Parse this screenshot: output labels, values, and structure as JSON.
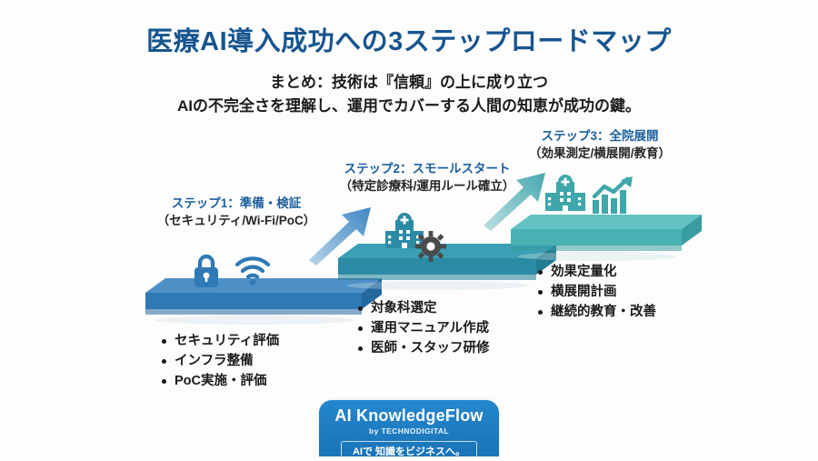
{
  "header": {
    "title": "医療AI導入成功への3ステップロードマップ",
    "subtitle_line1": "まとめ：技術は『信頼』の上に成り立つ",
    "subtitle_line2": "AIの不完全さを理解し、運用でカバーする人間の知恵が成功の鍵。",
    "title_color": "#17558f"
  },
  "steps": [
    {
      "label_main": "ステップ1：準備・検証",
      "label_sub": "（セキュリティ/Wi-Fi/PoC）",
      "platform_color": "#3e86c0",
      "bullets": [
        "セキュリティ評価",
        "インフラ整備",
        "PoC実施・評価"
      ],
      "icons": [
        "lock-icon",
        "wifi-icon"
      ]
    },
    {
      "label_main": "ステップ2：スモールスタート",
      "label_sub": "（特定診療科/運用ルール確立）",
      "platform_color": "#2e8fa8",
      "bullets": [
        "対象科選定",
        "運用マニュアル作成",
        "医師・スタッフ研修"
      ],
      "icons": [
        "hospital-icon",
        "gear-icon"
      ]
    },
    {
      "label_main": "ステップ3：全院展開",
      "label_sub": "（効果測定/横展開/教育）",
      "platform_color": "#4cb3b4",
      "bullets": [
        "効果定量化",
        "横展開計画",
        "継続的教育・改善"
      ],
      "icons": [
        "hospital-building-icon",
        "growth-chart-icon"
      ]
    }
  ],
  "arrows": [
    {
      "name": "arrow-step1-to-step2",
      "color": "#5e9ed0"
    },
    {
      "name": "arrow-step2-to-step3",
      "color": "#59b7bd"
    }
  ],
  "footer": {
    "brand": "AI KnowledgeFlow",
    "by": "by TECHNODIGITAL",
    "tagline": "AIで 知識をビジネスへ。",
    "background_color": "#1f7bc4"
  }
}
